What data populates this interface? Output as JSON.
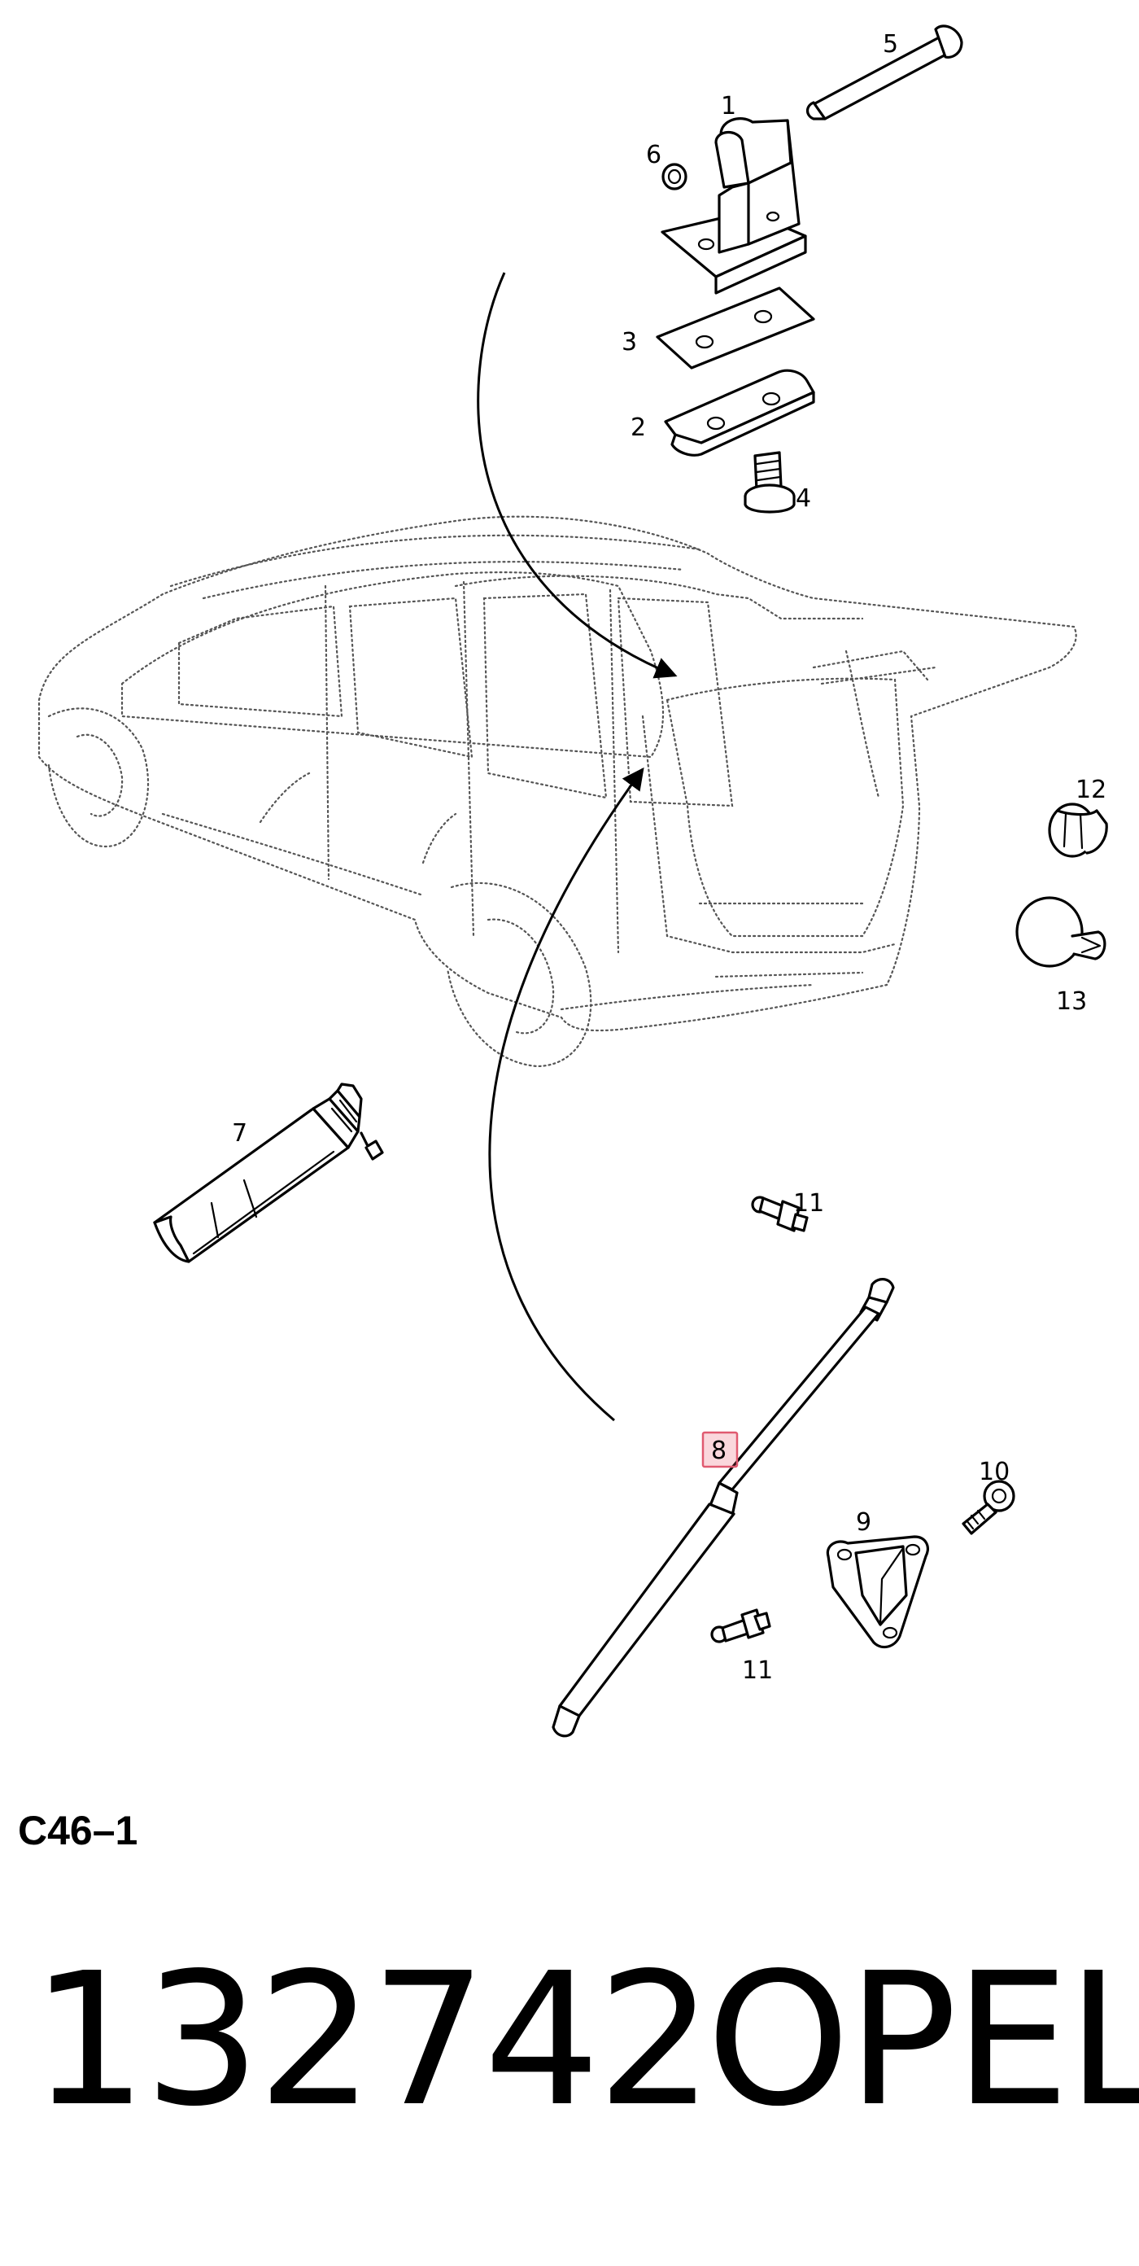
{
  "diagram": {
    "code": "C46–1",
    "callouts": [
      {
        "id": "1",
        "label": "1"
      },
      {
        "id": "2",
        "label": "2"
      },
      {
        "id": "3",
        "label": "3"
      },
      {
        "id": "4",
        "label": "4"
      },
      {
        "id": "5",
        "label": "5"
      },
      {
        "id": "6",
        "label": "6"
      },
      {
        "id": "7",
        "label": "7"
      },
      {
        "id": "8",
        "label": "8",
        "highlighted": true
      },
      {
        "id": "9",
        "label": "9"
      },
      {
        "id": "10",
        "label": "10"
      },
      {
        "id": "11a",
        "label": "11"
      },
      {
        "id": "11b",
        "label": "11"
      },
      {
        "id": "12",
        "label": "12"
      },
      {
        "id": "13",
        "label": "13"
      }
    ],
    "highlight_color": "#e05a70"
  },
  "footer": {
    "part_number": "132742",
    "brand": "OPEL"
  }
}
